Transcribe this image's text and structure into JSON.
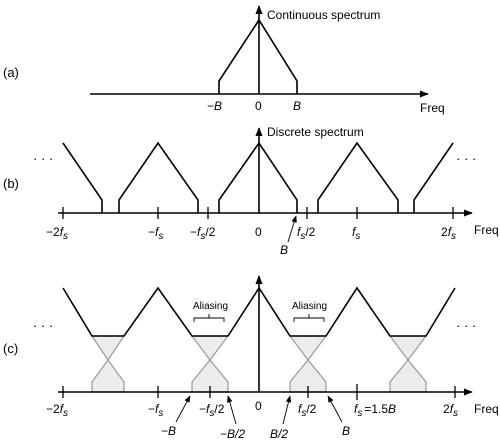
{
  "panel_a": {
    "label": "(a)",
    "title": "Continuous spectrum",
    "axis_label": "Freq",
    "ticks": {
      "neg_b": "−B",
      "zero": "0",
      "b": "B"
    }
  },
  "panel_b": {
    "label": "(b)",
    "title": "Discrete spectrum",
    "axis_label": "Freq",
    "ellipsis_left": "· · ·",
    "ellipsis_right": "· · ·",
    "ticks": {
      "neg_2fs": "−2",
      "neg_fs": "−",
      "neg_fs_half": "−",
      "zero": "0",
      "fs_half": "/2",
      "fs": "",
      "two_fs": "2"
    },
    "f_letter": "f",
    "s_letter": "s",
    "half_suffix": "/2",
    "pointer_b": "B"
  },
  "panel_c": {
    "label": "(c)",
    "axis_label": "Freq",
    "ellipsis_left": "· · ·",
    "ellipsis_right": "· · ·",
    "aliasing_left": "Aliasing",
    "aliasing_right": "Aliasing",
    "ticks": {
      "neg_2fs": "−2",
      "neg_fs": "−",
      "neg_fs_half": "−",
      "zero": "0",
      "fs_half": "/2",
      "two_fs": "2"
    },
    "fs_eq": "=1.5",
    "fs_eq_b": "B",
    "pointers": {
      "neg_b": "−B",
      "neg_b_half": "−B/2",
      "b_half": "B/2",
      "b": "B"
    }
  }
}
